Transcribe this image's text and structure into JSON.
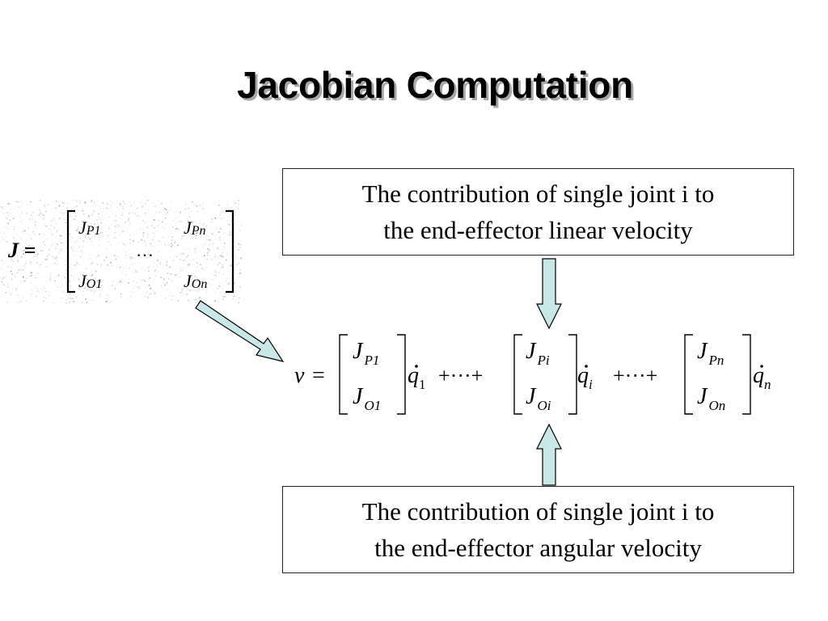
{
  "title": "Jacobian Computation",
  "box_linear": {
    "line1": "The contribution of single joint i to",
    "line2": "the end-effector linear velocity"
  },
  "box_angular": {
    "line1": "The contribution of single joint i to",
    "line2": "the end-effector angular velocity"
  },
  "scanned_matrix": {
    "lhs": "J =",
    "top_left": "J",
    "top_left_sub": "P1",
    "top_right": "J",
    "top_right_sub": "Pn",
    "middle": "…",
    "bottom_left": "J",
    "bottom_left_sub": "O1",
    "bottom_right": "J",
    "bottom_right_sub": "On"
  },
  "equation": {
    "lhs": "v",
    "equals": "=",
    "plus_dots": "+···+",
    "J": "J",
    "q": "q",
    "dot": "˙",
    "terms": [
      {
        "top_sub": "P1",
        "bottom_sub": "O1",
        "q_sub": "1"
      },
      {
        "top_sub": "Pi",
        "bottom_sub": "Oi",
        "q_sub": "i"
      },
      {
        "top_sub": "Pn",
        "bottom_sub": "On",
        "q_sub": "n"
      }
    ]
  },
  "colors": {
    "arrow_fill": "#c9e6e8",
    "arrow_stroke": "#000000",
    "title_shadow": "#a8a8a8"
  }
}
